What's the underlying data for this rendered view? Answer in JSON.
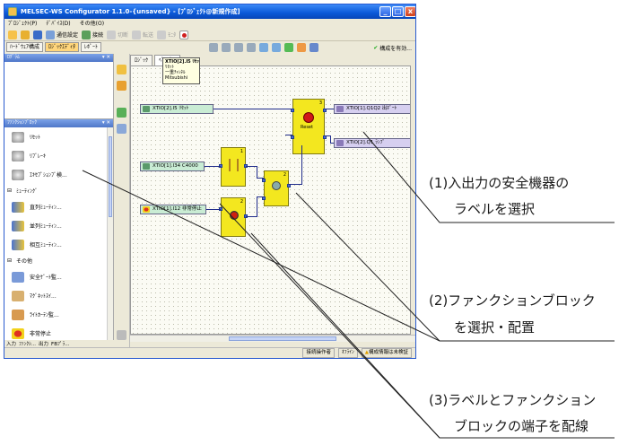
{
  "window": {
    "title": "MELSEC-WS Configurator 1.1.0-{unsaved} - [ﾌﾟﾛｼﾞｪｸﾄ@新規作成]",
    "minimize": "_",
    "maximize": "□",
    "close": "x"
  },
  "menu": [
    "ﾌﾟﾛｼﾞｪｸﾄ(P)",
    "ﾃﾞﾊﾞｲｽ(D)",
    "その他(O)"
  ],
  "toolbar": [
    "通信設定",
    "接続",
    "切断",
    "転送",
    "ﾓﾆﾀ"
  ],
  "tabs": [
    "ﾊｰﾄﾞｳｪｱ構成",
    "ﾛｼﾞｯｸｴﾃﾞｨﾀ",
    "ﾚﾎﾟｰﾄ"
  ],
  "edit_toolbar": {
    "status": "構成を有効..."
  },
  "left_panel": {
    "top_header": "ﾛｸﾞﾗﾑ",
    "fb_header": "ﾌｧﾝｸｼｮﾝﾌﾞﾛｯｸ",
    "items_a": [
      {
        "label": "ﾘｾｯﾄ",
        "icon": "gear-icon"
      },
      {
        "label": "ﾘﾌﾞﾚｰｷ",
        "icon": "gear-icon"
      },
      {
        "label": "ｴｷｾﾌﾟｼｮﾝﾌﾞ検...",
        "icon": "gear-icon"
      }
    ],
    "group_muting": "ﾐｭｰﾃｨﾝｸﾞ",
    "items_b": [
      {
        "label": "直列ﾐｭｰﾃｨﾝ...",
        "icon": "muting-icon"
      },
      {
        "label": "並列ﾐｭｰﾃｨﾝ...",
        "icon": "muting-icon"
      },
      {
        "label": "相互ﾐｭｰﾃｨﾝ...",
        "icon": "muting-icon"
      }
    ],
    "group_other": "その他",
    "items_c": [
      {
        "label": "安全ｹﾞｰﾄ監...",
        "icon": "gate-icon"
      },
      {
        "label": "ﾏｸﾞﾈｯﾄｽｲ...",
        "icon": "magnet-icon"
      },
      {
        "label": "ﾗｲﾄｶｰﾃﾝ監...",
        "icon": "curtain-icon"
      },
      {
        "label": "非常停止",
        "icon": "estop-icon"
      }
    ],
    "bottom_tabs": [
      "入力",
      "ﾌｧﾝｸｼ...",
      "出力",
      "FBﾌﾟﾗ..."
    ]
  },
  "canvas_tabs": [
    "ﾛｼﾞｯｸ",
    "ﾍﾟｰｼﾞ1"
  ],
  "tooltip": {
    "title": "XTIO[2].I5 ﾘｾｯﾄ",
    "lines": [
      "ﾘｾｯﾄ",
      "一重ﾁｬﾝﾈﾙ",
      "Mitsubishi"
    ]
  },
  "canvas": {
    "labels": [
      {
        "text": "XTIO[2].I5 ﾘｾｯﾄ"
      },
      {
        "text": "XTIO[1].I34 C4000"
      },
      {
        "text": "XTIO[1].I12 非常停止"
      },
      {
        "text": "XTIO[1].Q1Q2 出ﾎﾟｰﾄ"
      },
      {
        "text": "XTIO[2].Q1 ﾗﾝﾌﾟ"
      }
    ],
    "fb_reset_label": "Reset",
    "fb_numbers": [
      "3",
      "1",
      "2",
      "2"
    ]
  },
  "statusbar": [
    "接続操作者",
    "ｵﾌﾗｲﾝ",
    "構成情報は未検証"
  ],
  "annotations": [
    {
      "line1": "(1)入出力の安全機器の",
      "line2": "ラベルを選択"
    },
    {
      "line1": "(2)ファンクションブロック",
      "line2": "を選択・配置"
    },
    {
      "line1": "(3)ラベルとファンクション",
      "line2": "ブロックの端子を配線"
    }
  ]
}
